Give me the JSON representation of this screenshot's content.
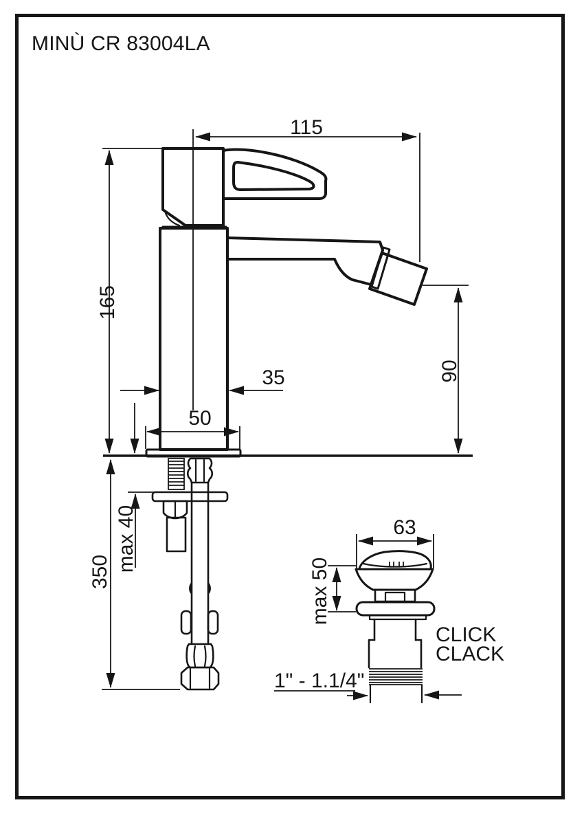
{
  "title": "MINÙ CR 83004LA",
  "faucet_dims": {
    "spout_reach": "115",
    "body_height": "165",
    "spout_height": "90",
    "body_depth": "35",
    "base_width": "50",
    "max_deck_thickness": "max 40",
    "supply_hose_length": "350"
  },
  "waste_dims": {
    "cap_diameter": "63",
    "max_height": "max 50",
    "thread_size": "1\" - 1.1/4\"",
    "label_line1": "CLICK",
    "label_line2": "CLACK"
  },
  "colors": {
    "ink": "#161616",
    "paper": "#ffffff"
  }
}
